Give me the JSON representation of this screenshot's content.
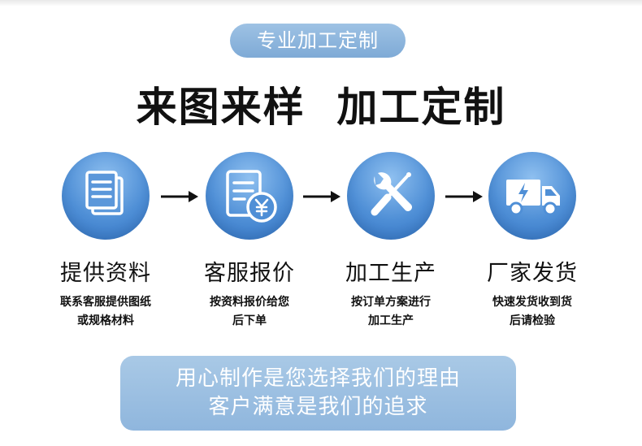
{
  "badge": {
    "label": "专业加工定制"
  },
  "headline": {
    "text": "来图来样  加工定制"
  },
  "steps": [
    {
      "title": "提供资料",
      "desc_line1": "联系客服提供图纸",
      "desc_line2": "或规格材料",
      "icon": "document-icon"
    },
    {
      "title": "客服报价",
      "desc_line1": "按资料报价给您",
      "desc_line2": "后下单",
      "icon": "quote-yen-icon"
    },
    {
      "title": "加工生产",
      "desc_line1": "按订单方案进行",
      "desc_line2": "加工生产",
      "icon": "tools-icon"
    },
    {
      "title": "厂家发货",
      "desc_line1": "快速发货收到货",
      "desc_line2": "后请检验",
      "icon": "delivery-truck-icon"
    }
  ],
  "footer": {
    "line1": "用心制作是您选择我们的理由",
    "line2": "客户满意是我们的追求"
  },
  "colors": {
    "accent": "#7eaad6",
    "circle": "#4f8fd6",
    "footer": "#9bbfe2"
  }
}
